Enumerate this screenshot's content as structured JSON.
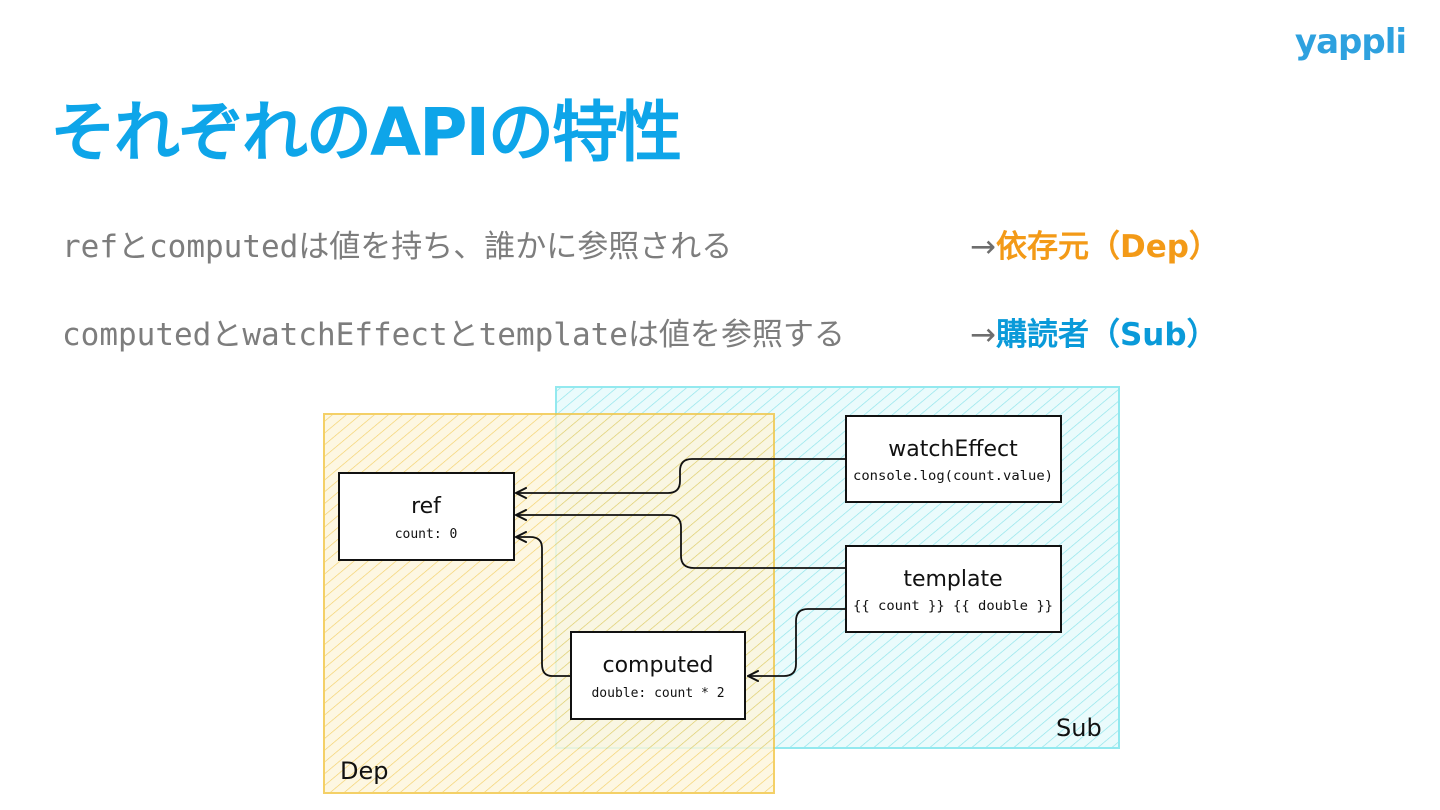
{
  "logo": {
    "text": "yappli"
  },
  "title": "それぞれのAPIの特性",
  "line1": {
    "parts": [
      {
        "text": "ref",
        "kind": "mono"
      },
      {
        "text": "と",
        "kind": "jp"
      },
      {
        "text": "computed",
        "kind": "mono"
      },
      {
        "text": "は値を持ち、誰かに参照される",
        "kind": "jp"
      }
    ],
    "arrow": "→",
    "highlight": "依存元（Dep）",
    "highlight_color": "#f39a17"
  },
  "line2": {
    "parts": [
      {
        "text": "computed",
        "kind": "mono"
      },
      {
        "text": "と",
        "kind": "jp"
      },
      {
        "text": "watchEffect",
        "kind": "mono"
      },
      {
        "text": "と",
        "kind": "jp"
      },
      {
        "text": "template",
        "kind": "mono"
      },
      {
        "text": "は値を参照する",
        "kind": "jp"
      }
    ],
    "arrow": "→",
    "highlight": "購読者（Sub）",
    "highlight_color": "#0a9ad9"
  },
  "diagram": {
    "regions": {
      "dep": {
        "label": "Dep",
        "color": "#f7cf5a"
      },
      "sub": {
        "label": "Sub",
        "color": "#8ee8ef"
      }
    },
    "nodes": {
      "ref": {
        "title": "ref",
        "subtitle": "count: 0"
      },
      "computed": {
        "title": "computed",
        "subtitle": "double: count * 2"
      },
      "watch_effect": {
        "title": "watchEffect",
        "subtitle": "console.log(count.value)"
      },
      "template": {
        "title": "template",
        "subtitle": "{{ count }} {{ double }}"
      }
    },
    "edges": [
      {
        "from": "watchEffect",
        "to": "ref"
      },
      {
        "from": "template",
        "to": "ref"
      },
      {
        "from": "template",
        "to": "computed"
      },
      {
        "from": "computed",
        "to": "ref"
      }
    ]
  }
}
